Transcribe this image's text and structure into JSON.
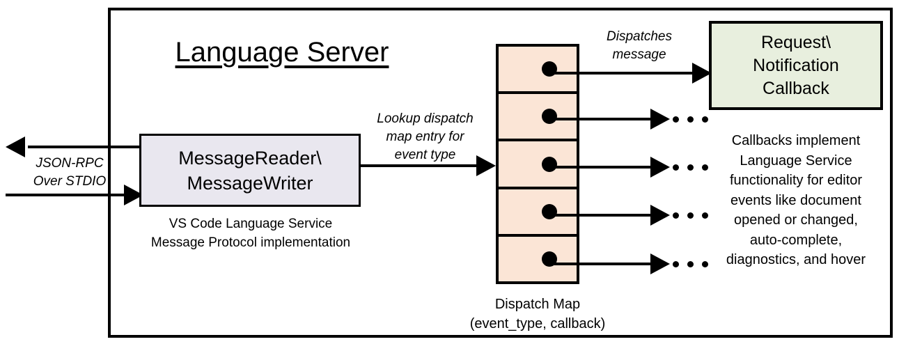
{
  "diagram": {
    "title": "Language Server",
    "outer_frame_name": "language-server-boundary",
    "colors": {
      "message_box_fill": "#E9E7EF",
      "dispatch_map_fill": "#FBE5D6",
      "callback_box_fill": "#E8EFDE",
      "stroke": "#000000",
      "background": "#FFFFFF"
    },
    "transport": {
      "label": "JSON-RPC\nOver STDIO",
      "label_line1": "JSON-RPC",
      "label_line2": "Over STDIO",
      "outbound_arrow": "arrow-left",
      "inbound_arrow": "arrow-right"
    },
    "message_box": {
      "line1": "MessageReader\\",
      "line2": "MessageWriter",
      "caption_line1": "VS Code Language Service",
      "caption_line2": "Message Protocol implementation"
    },
    "lookup_label": {
      "line1": "Lookup dispatch",
      "line2": "map entry for",
      "line3": "event type"
    },
    "dispatch_map": {
      "caption_line1": "Dispatch Map",
      "caption_line2": "(event_type, callback)",
      "row_count": 5,
      "rows": [
        {
          "id": "row-1",
          "dot": "callback-dot",
          "target": "Request\\Notification Callback"
        },
        {
          "id": "row-2",
          "dot": "callback-dot",
          "target": "..."
        },
        {
          "id": "row-3",
          "dot": "callback-dot",
          "target": "..."
        },
        {
          "id": "row-4",
          "dot": "callback-dot",
          "target": "..."
        },
        {
          "id": "row-5",
          "dot": "callback-dot",
          "target": "..."
        }
      ]
    },
    "dispatches_label": {
      "line1": "Dispatches",
      "line2": "message"
    },
    "callback_box": {
      "line1": "Request\\",
      "line2": "Notification",
      "line3": "Callback",
      "caption_line1": "Callbacks implement",
      "caption_line2": "Language Service",
      "caption_line3": "functionality for editor",
      "caption_line4": "events like document",
      "caption_line5": "opened or changed,",
      "caption_line6": "auto-complete,",
      "caption_line7": "diagnostics, and hover"
    }
  }
}
